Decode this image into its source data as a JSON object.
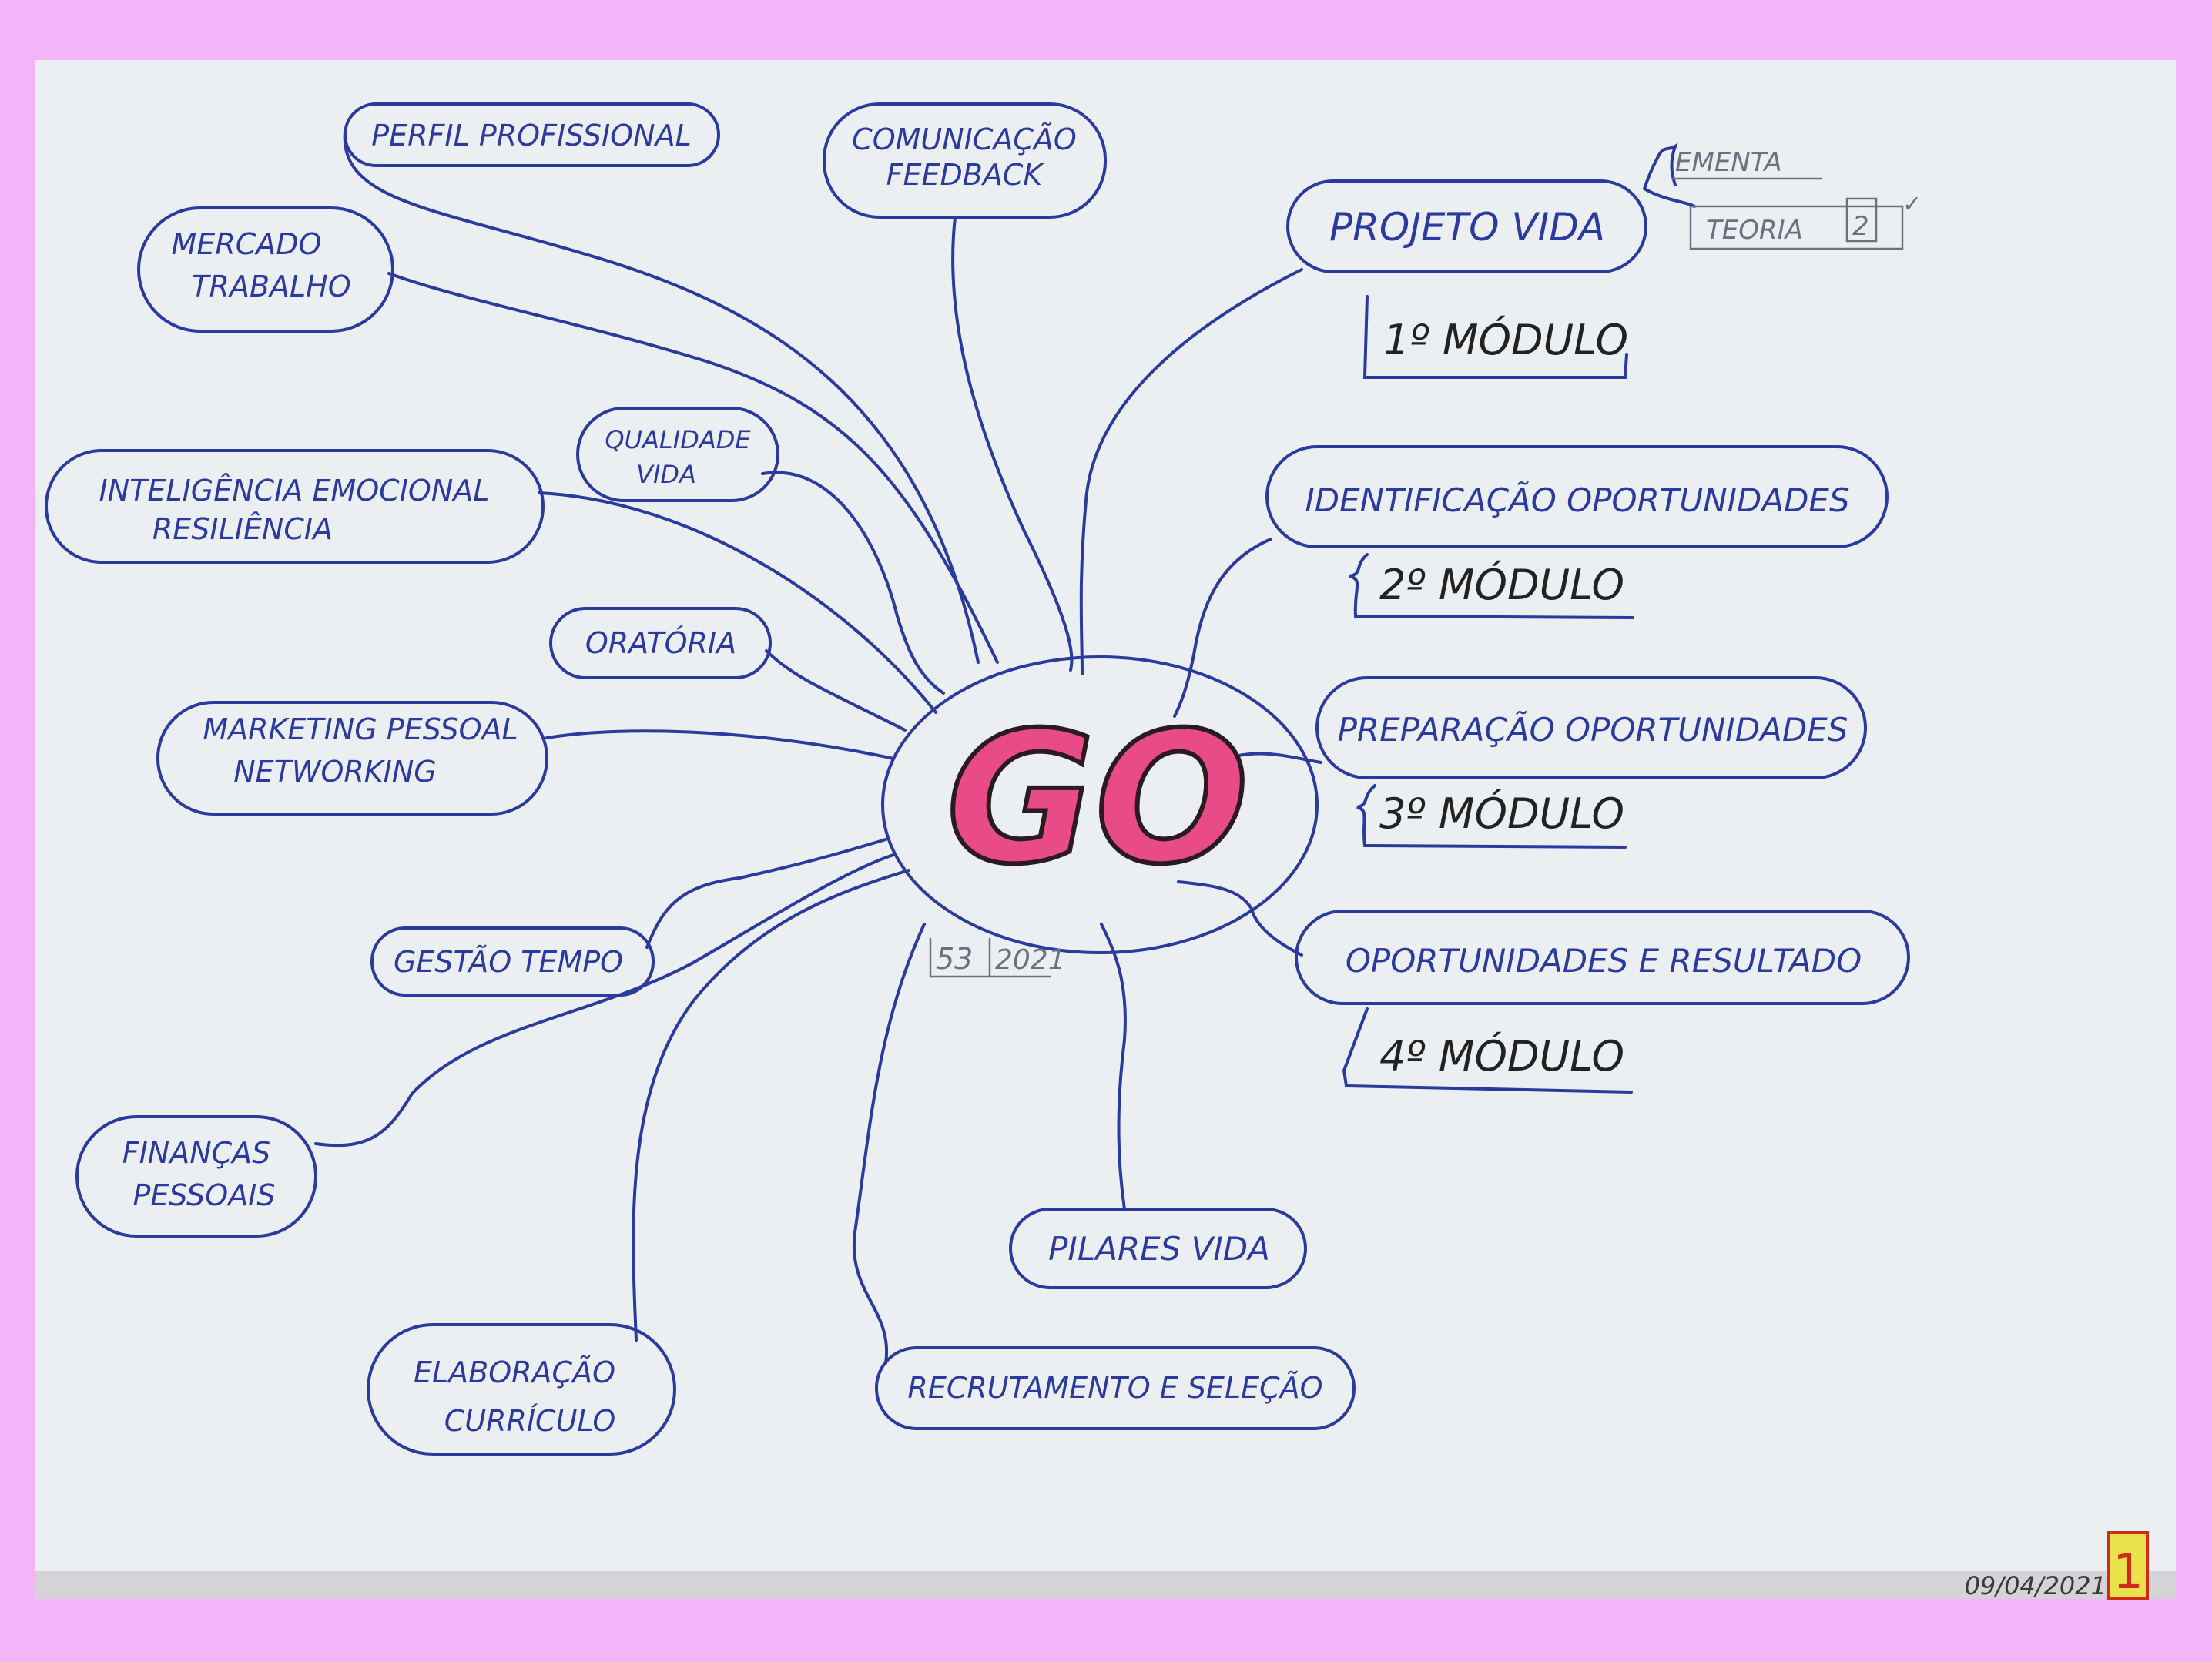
{
  "center": {
    "label": "GO",
    "code": "53",
    "year": "2021"
  },
  "nodes": {
    "perfil": "PERFIL PROFISSIONAL",
    "comunicacao": [
      "COMUNICAÇÃO",
      "FEEDBACK"
    ],
    "mercado": [
      "MERCADO",
      "TRABALHO"
    ],
    "qualidade": [
      "QUALIDADE",
      "VIDA"
    ],
    "inteligencia": [
      "INTELIGÊNCIA EMOCIONAL",
      "RESILIÊNCIA"
    ],
    "oratoria": "ORATÓRIA",
    "marketing": [
      "MARKETING PESSOAL",
      "NETWORKING"
    ],
    "gestao": "GESTÃO TEMPO",
    "financas": [
      "FINANÇAS",
      "PESSOAIS"
    ],
    "elaboracao": [
      "ELABORAÇÃO",
      "CURRÍCULO"
    ],
    "recrutamento": "RECRUTAMENTO E SELEÇÃO",
    "pilares": "PILARES VIDA",
    "projeto": "PROJETO VIDA",
    "identificacao": "IDENTIFICAÇÃO OPORTUNIDADES",
    "preparacao": "PREPARAÇÃO OPORTUNIDADES",
    "oportunidades": "OPORTUNIDADES E RESULTADO"
  },
  "modules": [
    "1º MÓDULO",
    "2º MÓDULO",
    "3º MÓDULO",
    "4º MÓDULO"
  ],
  "projeto_notes": {
    "ementa": "EMENTA",
    "teoria": "TEORIA",
    "teoria_count": "2",
    "check": "✓"
  },
  "footer": {
    "date": "09/04/2021",
    "page": "1"
  },
  "colors": {
    "ink": "#2b3a9e",
    "center_fill": "#e84b86",
    "frame": "#f5b3f8",
    "paper": "#eceff1"
  }
}
